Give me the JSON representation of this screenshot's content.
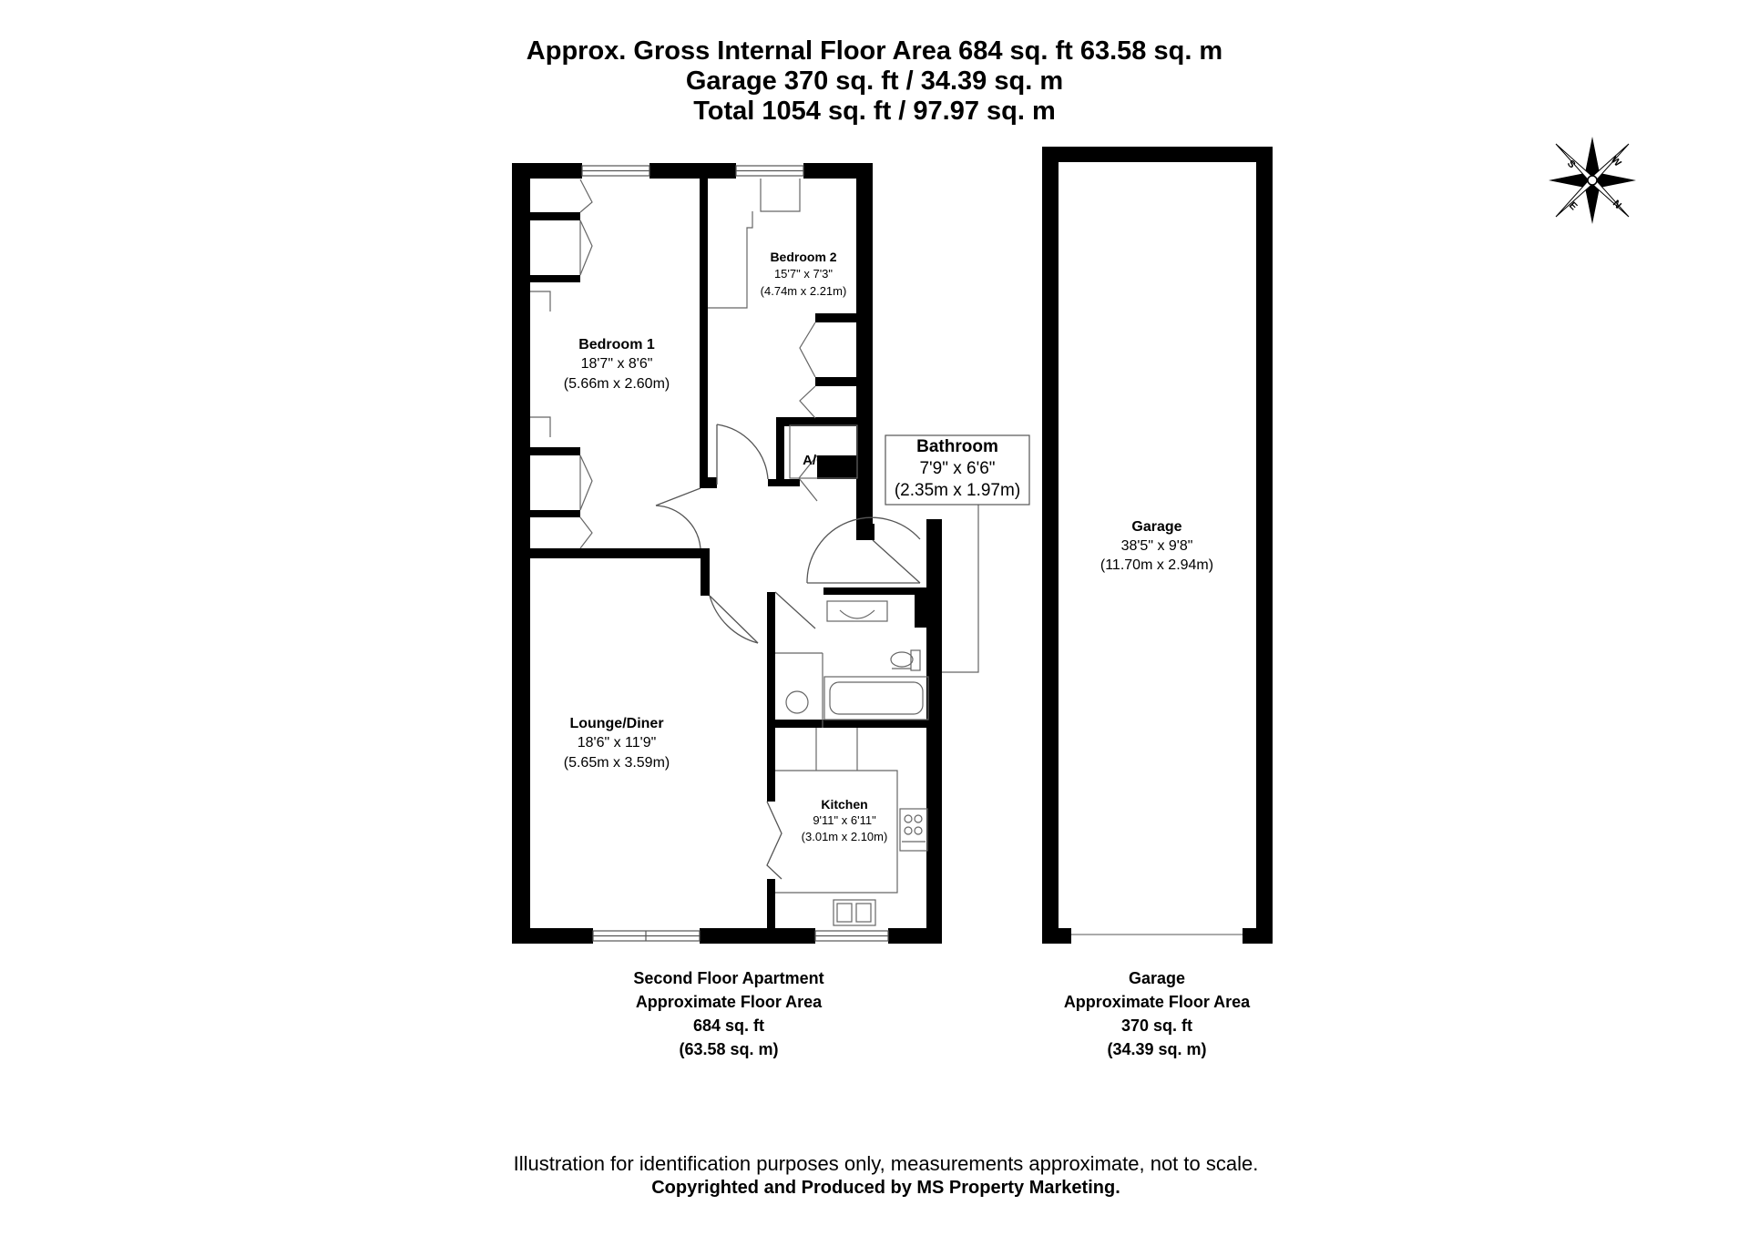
{
  "header": {
    "line1": "Approx. Gross Internal Floor Area 684 sq. ft 63.58 sq. m",
    "line2": "Garage 370 sq. ft / 34.39 sq. m",
    "line3": "Total 1054 sq. ft / 97.97 sq. m"
  },
  "rooms": {
    "bedroom1": {
      "name": "Bedroom 1",
      "imperial": "18'7\" x 8'6\"",
      "metric": "(5.66m x 2.60m)"
    },
    "bedroom2": {
      "name": "Bedroom 2",
      "imperial": "15'7\" x 7'3\"",
      "metric": "(4.74m x 2.21m)"
    },
    "ac": {
      "name": "A/C"
    },
    "bathroom": {
      "name": "Bathroom",
      "imperial": "7'9\" x 6'6\"",
      "metric": "(2.35m x 1.97m)"
    },
    "lounge": {
      "name": "Lounge/Diner",
      "imperial": "18'6\" x 11'9\"",
      "metric": "(5.65m x 3.59m)"
    },
    "kitchen": {
      "name": "Kitchen",
      "imperial": "9'11\" x 6'11\"",
      "metric": "(3.01m x 2.10m)"
    },
    "garage": {
      "name": "Garage",
      "imperial": "38'5\" x 9'8\"",
      "metric": "(11.70m x 2.94m)"
    }
  },
  "compass": {
    "n": "N",
    "e": "E",
    "s": "S",
    "w": "W"
  },
  "summaries": {
    "apartment": {
      "line1": "Second Floor Apartment",
      "line2": "Approximate Floor Area",
      "line3": "684 sq. ft",
      "line4": "(63.58 sq. m)"
    },
    "garage": {
      "line1": "Garage",
      "line2": "Approximate Floor Area",
      "line3": "370 sq. ft",
      "line4": "(34.39 sq. m)"
    }
  },
  "footer": {
    "disclaimer": "Illustration for identification purposes only, measurements approximate, not to scale.",
    "copyright": "Copyrighted  and Produced by MS Property Marketing."
  }
}
